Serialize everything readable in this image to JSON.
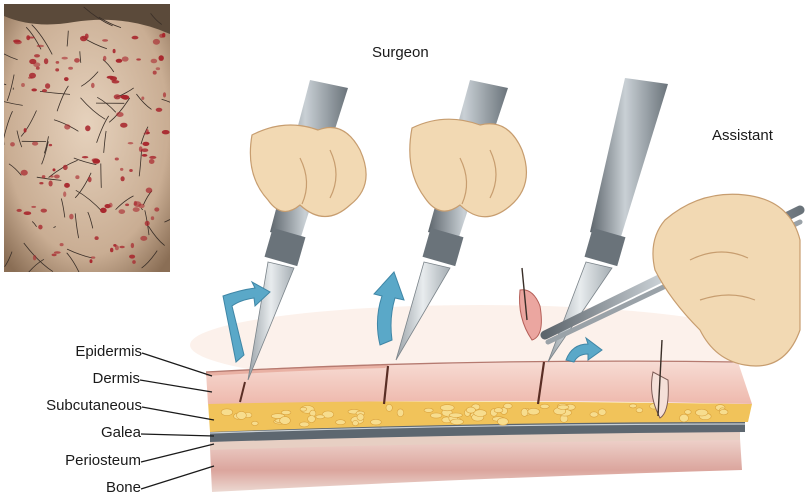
{
  "labels": {
    "surgeon": "Surgeon",
    "assistant": "Assistant"
  },
  "layers": [
    {
      "name": "Epidermis"
    },
    {
      "name": "Dermis"
    },
    {
      "name": "Subcutaneous"
    },
    {
      "name": "Galea"
    },
    {
      "name": "Periosteum"
    },
    {
      "name": "Bone"
    }
  ],
  "colors": {
    "epidermis": "#f3cfc6",
    "dermis": "#f2c0b6",
    "fat": "#f1c35a",
    "galea": "#5d6770",
    "periosteum": "#e8d4c8",
    "bone": "#e3b4ad",
    "skin_hand": "#f2d9b3",
    "steel": "#8d959c",
    "arrow": "#5aa8c8",
    "photo_scalp": "#d9c3ad"
  },
  "icons": [
    "scalpel-icon",
    "forceps-icon",
    "hand-icon",
    "rotate-arrow-icon"
  ]
}
